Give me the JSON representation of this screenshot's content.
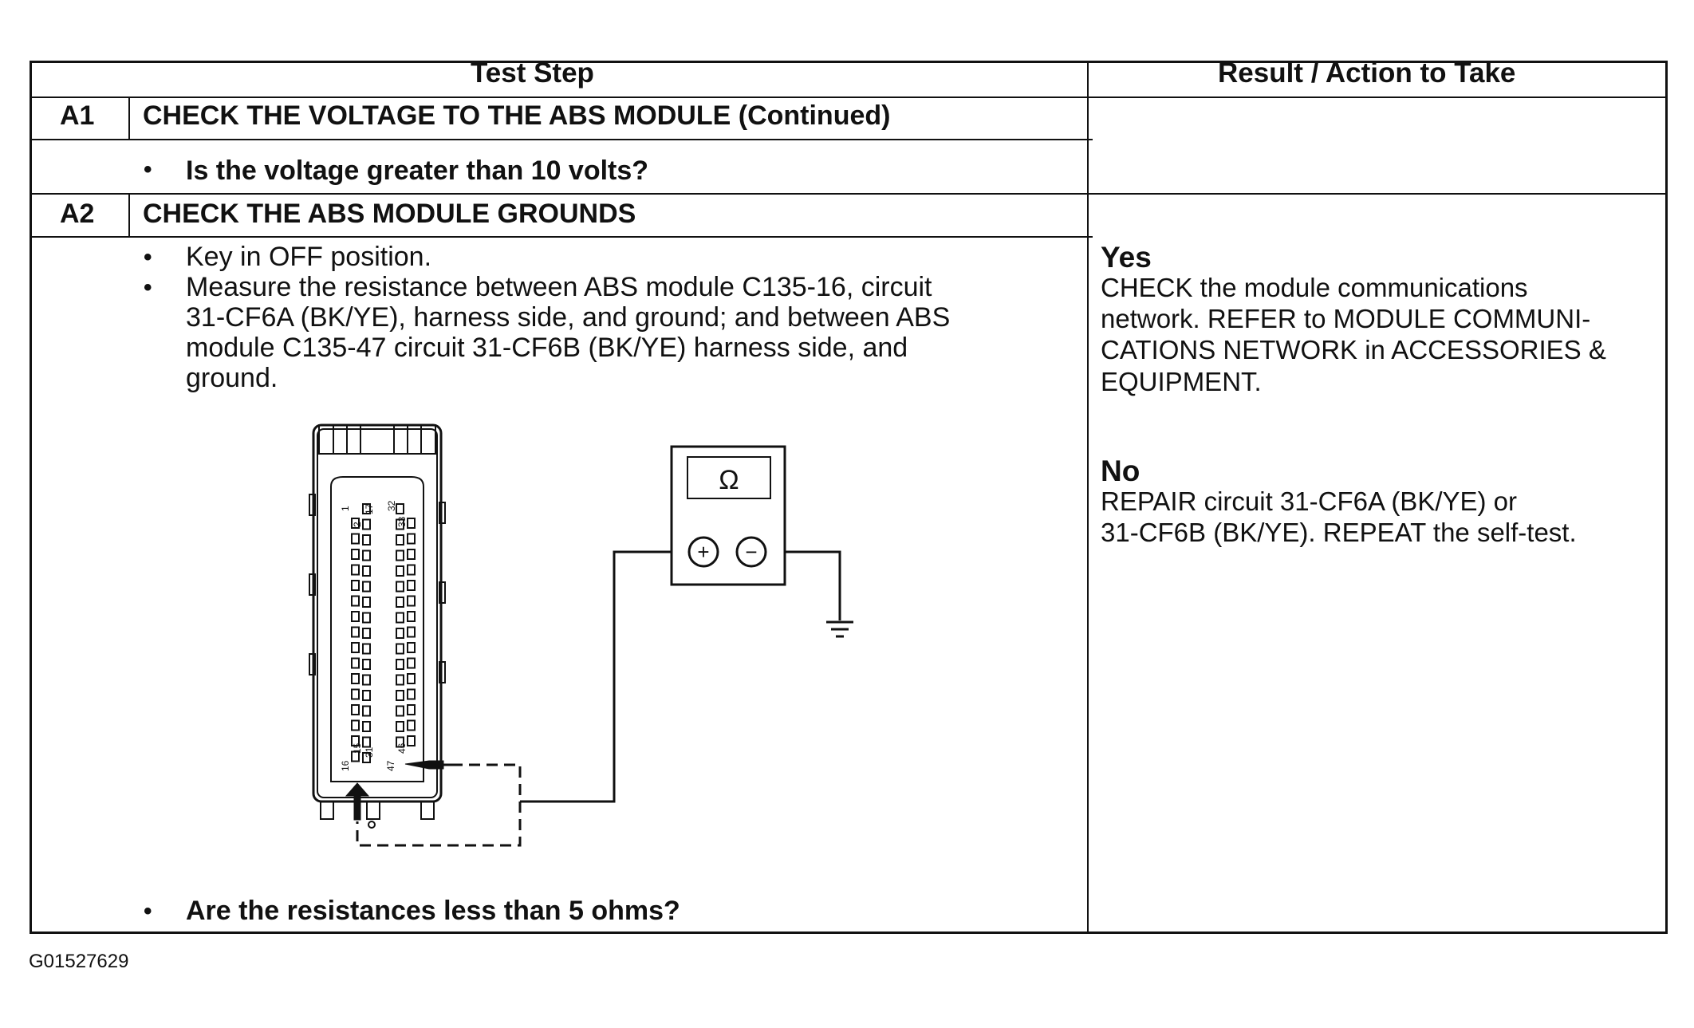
{
  "table": {
    "header_left": "Test Step",
    "header_right": "Result / Action to Take"
  },
  "a1": {
    "id": "A1",
    "title": "CHECK THE VOLTAGE TO THE ABS MODULE (Continued)",
    "question": "Is the voltage greater than 10 volts?"
  },
  "a2": {
    "id": "A2",
    "title": "CHECK THE ABS MODULE GROUNDS",
    "bullet1": "Key in OFF position.",
    "bullet2_lines": [
      "Measure the resistance between ABS module C135-16, circuit",
      "31-CF6A (BK/YE), harness side, and ground; and between ABS",
      "module C135-47 circuit 31-CF6B (BK/YE) harness side, and",
      "ground."
    ],
    "question": "Are the resistances less than 5 ohms?",
    "result_yes_head": "Yes",
    "result_yes_lines": [
      "CHECK the module communications",
      "network. REFER to MODULE COMMUNI-",
      "CATIONS NETWORK in ACCESSORIES &",
      "EQUIPMENT."
    ],
    "result_no_head": "No",
    "result_no_lines": [
      "REPAIR circuit 31-CF6A (BK/YE) or",
      "31-CF6B (BK/YE). REPEAT the self-test."
    ]
  },
  "diagram": {
    "meter_symbol": "Ω",
    "plus": "+",
    "minus": "−",
    "pins": {
      "p1": "1",
      "p2": "2",
      "p17": "17",
      "p32": "32",
      "p33": "33",
      "p16": "16",
      "p15": "15",
      "p31": "31",
      "p47": "47",
      "p46": "46"
    }
  },
  "figure_id": "G01527629"
}
